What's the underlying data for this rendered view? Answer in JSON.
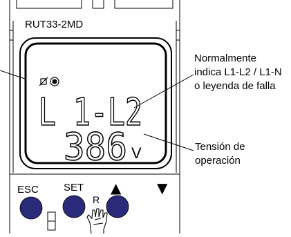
{
  "device": {
    "model": "RUT33-2MD"
  },
  "display": {
    "line1": "L 1-L2",
    "line2": "386",
    "unit": "V"
  },
  "buttons": {
    "esc_label": "ESC",
    "set_label": "SET",
    "up_symbol": "▲",
    "down_symbol": "▼",
    "reset_label": "R"
  },
  "callouts": {
    "phase_note": [
      "Normalmente",
      "indica L1-L2 / L1-N",
      "o leyenda de falla"
    ],
    "voltage_note": [
      "Tensión de",
      "operación"
    ]
  },
  "colors": {
    "button_fill": "#2a2a7a",
    "line": "#000000",
    "background": "#ffffff"
  }
}
